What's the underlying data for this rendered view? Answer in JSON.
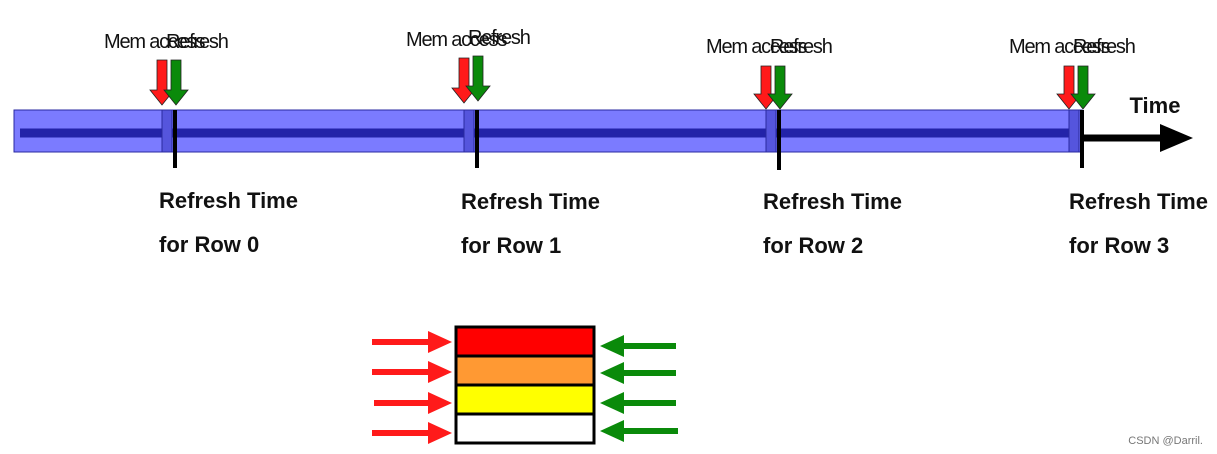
{
  "timeline": {
    "time_label": "Time",
    "colors": {
      "bar_fill": "#7b7bff",
      "bar_border": "#2a2aa0",
      "bar_core": "#2323a8",
      "axis": "#000000"
    },
    "events": [
      {
        "mem_label": "Mem access",
        "refresh_label": "Refresh",
        "refresh_line1": "Refresh Time",
        "refresh_line2": "for Row 0"
      },
      {
        "mem_label": "Mem access",
        "refresh_label": "Refresh",
        "refresh_line1": "Refresh Time",
        "refresh_line2": "for Row 1"
      },
      {
        "mem_label": "Mem access",
        "refresh_label": "Refresh",
        "refresh_line1": "Refresh Time",
        "refresh_line2": "for Row 2"
      },
      {
        "mem_label": "Mem access",
        "refresh_label": "Refresh",
        "refresh_line1": "Refresh Time",
        "refresh_line2": "for Row 3"
      }
    ],
    "arrow_colors": {
      "mem_access": "#ff1a1a",
      "refresh": "#0a8a0a"
    }
  },
  "memory_rows": {
    "row_colors": [
      "#ff0000",
      "#ff9933",
      "#ffff00",
      "#ffffff"
    ],
    "incoming_arrow_color": "#ff1a1a",
    "outgoing_arrow_color": "#0a8a0a"
  },
  "watermark": "CSDN @Darril."
}
